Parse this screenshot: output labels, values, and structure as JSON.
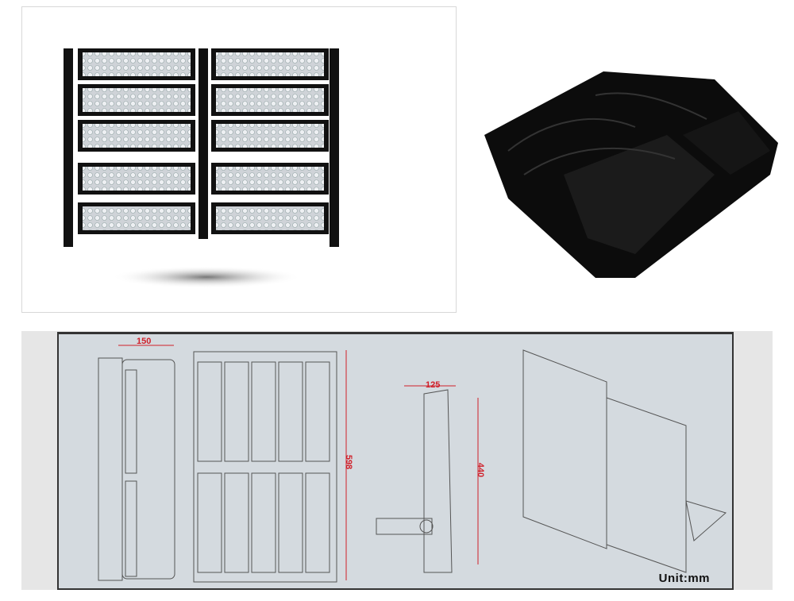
{
  "drawing": {
    "dimensions": {
      "side_depth": "150",
      "front_height": "598",
      "bracket_width": "125",
      "bracket_height": "440"
    },
    "unit_label": "Unit:mm"
  },
  "colors": {
    "dimension_text": "#d0202a",
    "drawing_background": "#d4dadf",
    "fixture_body": "#111111"
  }
}
